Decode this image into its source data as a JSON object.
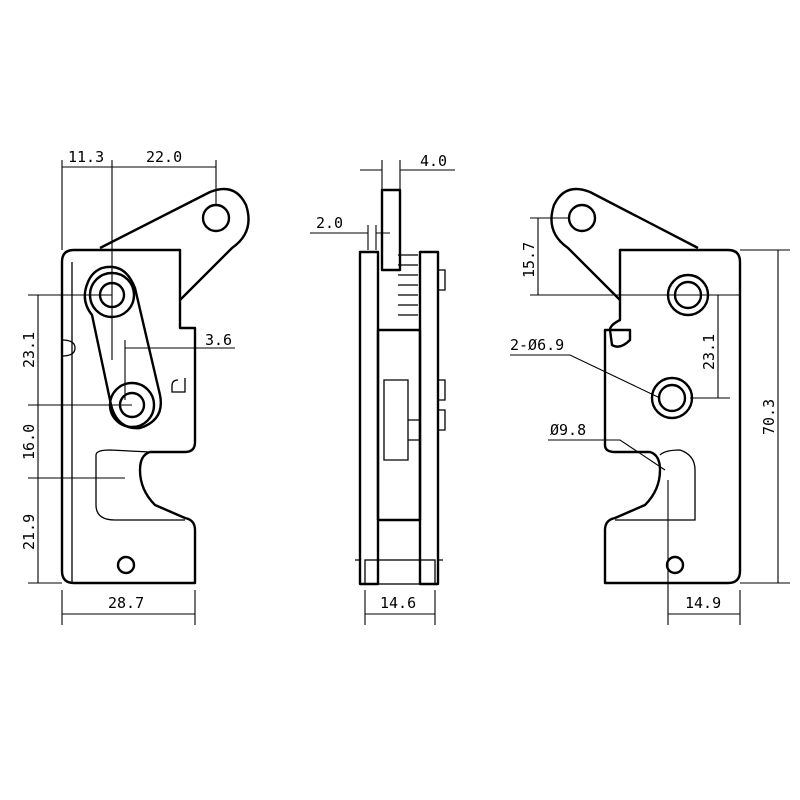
{
  "title": "Rotary latch dimension drawing",
  "left_view": {
    "dim_top_left": "11.3",
    "dim_top_right": "22.0",
    "dim_offset": "3.6",
    "dim_hole_spacing": "23.1",
    "dim_mid_height": "16.0",
    "dim_bottom_height": "21.9",
    "dim_width": "28.7"
  },
  "side_view": {
    "dim_top_thickness": "4.0",
    "dim_plate_thickness": "2.0",
    "dim_width": "14.6"
  },
  "right_view": {
    "dim_arm_height": "15.7",
    "dim_holes": "2-Ø6.9",
    "dim_hole_spacing": "23.1",
    "dim_slot": "Ø9.8",
    "dim_total_height": "70.3",
    "dim_slot_offset": "14.9"
  }
}
